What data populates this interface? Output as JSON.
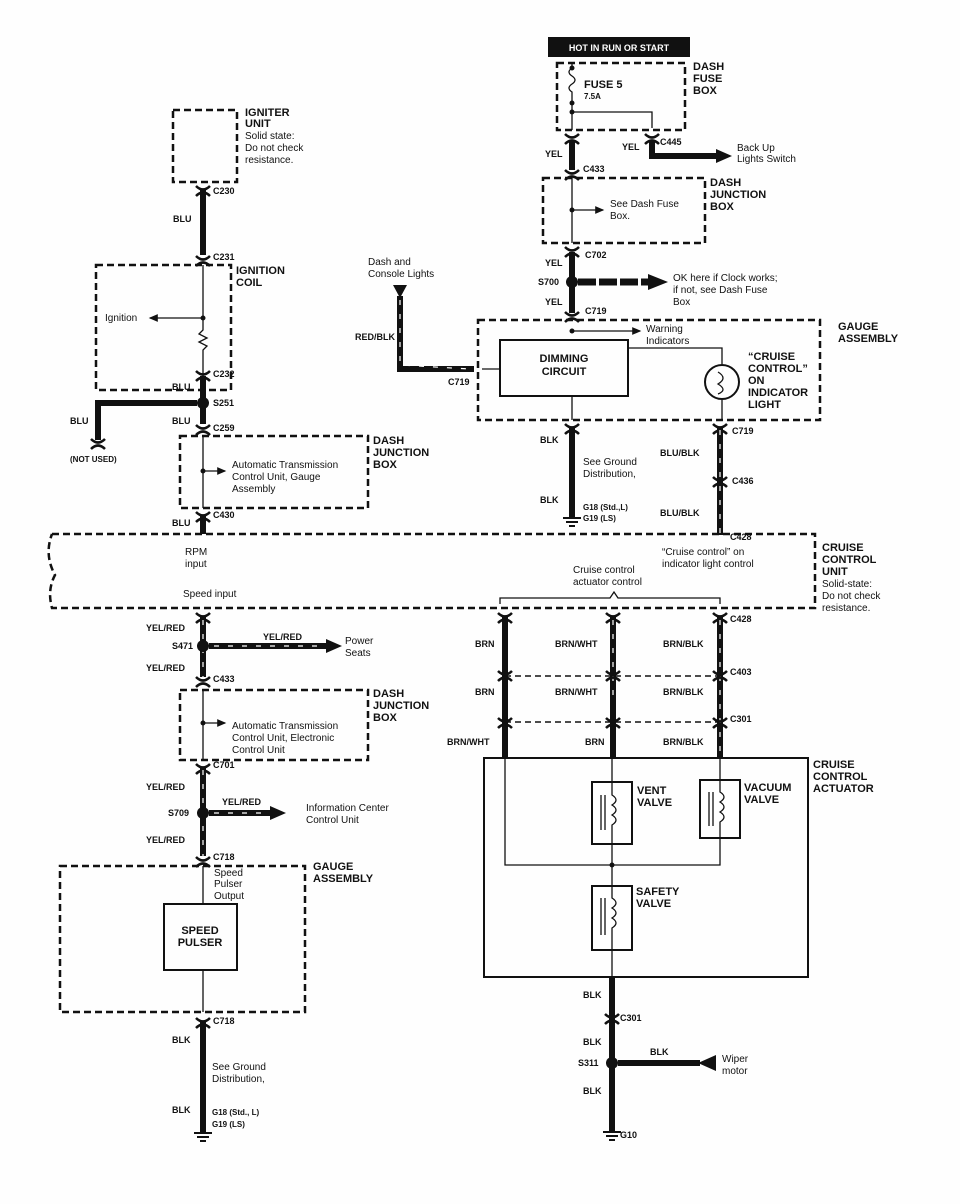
{
  "banner": "HOT IN RUN OR START",
  "dash_fuse_box": {
    "title": [
      "DASH",
      "FUSE",
      "BOX"
    ],
    "fuse": "FUSE 5",
    "rating": "7.5A"
  },
  "back_up": {
    "wire": "YEL",
    "connector": "C445",
    "dest": [
      "Back Up",
      "Lights Switch"
    ]
  },
  "right_top": {
    "yel1": "YEL",
    "c433": "C433",
    "junction": {
      "title": [
        "DASH",
        "JUNCTION",
        "BOX"
      ],
      "note": [
        "See Dash Fuse",
        "Box."
      ]
    },
    "c702": "C702",
    "yel2": "YEL",
    "s700": "S700",
    "clock_note": [
      "OK here if Clock works;",
      "if not, see Dash Fuse",
      "Box"
    ],
    "yel3": "YEL",
    "c719_top": "C719"
  },
  "gauge_top": {
    "title": [
      "GAUGE",
      "ASSEMBLY"
    ],
    "warning": [
      "Warning",
      "Indicators"
    ],
    "dimming": [
      "DIMMING",
      "CIRCUIT"
    ],
    "lamp": [
      "“CRUISE",
      "CONTROL”",
      "ON",
      "INDICATOR",
      "LIGHT"
    ],
    "c719_left": "C719",
    "c719_bottom": "C719"
  },
  "dash_lights": {
    "dest": [
      "Dash and",
      "Console Lights"
    ],
    "wire": "RED/BLK"
  },
  "ground_top": {
    "blk1": "BLK",
    "note": [
      "See Ground",
      "Distribution,"
    ],
    "blk2": "BLK",
    "g": [
      "G18 (Std.,L)",
      "G19 (LS)"
    ]
  },
  "indicator_feed": {
    "w1": "BLU/BLK",
    "c436": "C436",
    "w2": "BLU/BLK",
    "c428": "C428"
  },
  "igniter": {
    "title": [
      "IGNITER",
      "UNIT"
    ],
    "note": [
      "Solid state:",
      "Do not check",
      "resistance."
    ],
    "c230": "C230",
    "wire": "BLU",
    "c231": "C231"
  },
  "coil": {
    "title": [
      "IGNITION",
      "COIL"
    ],
    "ignition": "Ignition",
    "c232": "C232"
  },
  "left_mid": {
    "blu1": "BLU",
    "s251": "S251",
    "blu_branch": "BLU",
    "not_used": "(NOT USED)",
    "blu2": "BLU",
    "c259": "C259",
    "junction": {
      "title": [
        "DASH",
        "JUNCTION",
        "BOX"
      ],
      "note": [
        "Automatic Transmission",
        "Control Unit, Gauge",
        "Assembly"
      ]
    },
    "c430": "C430",
    "blu3": "BLU"
  },
  "ccu": {
    "title": [
      "CRUISE",
      "CONTROL",
      "UNIT"
    ],
    "note": [
      "Solid-state:",
      "Do not check",
      "resistance."
    ],
    "rpm": [
      "RPM",
      "input"
    ],
    "speed": "Speed input",
    "actuator_ctrl": [
      "Cruise control",
      "actuator control"
    ],
    "indicator_ctrl": [
      "“Cruise control” on",
      "indicator light control"
    ]
  },
  "speed_line": {
    "yr1": "YEL/RED",
    "s471": "S471",
    "yr_branch1": "YEL/RED",
    "power_seats": [
      "Power",
      "Seats"
    ],
    "yr2": "YEL/RED",
    "c433": "C433",
    "junction": {
      "title": [
        "DASH",
        "JUNCTION",
        "BOX"
      ],
      "note": [
        "Automatic Transmission",
        "Control Unit, Electronic",
        "Control Unit"
      ]
    },
    "c701": "C701",
    "yr3": "YEL/RED",
    "s709": "S709",
    "yr_branch2": "YEL/RED",
    "info": [
      "Information Center",
      "Control Unit"
    ],
    "yr4": "YEL/RED",
    "c718": "C718"
  },
  "gauge_bottom": {
    "title": [
      "GAUGE",
      "ASSEMBLY"
    ],
    "output": [
      "Speed",
      "Pulser",
      "Output"
    ],
    "pulser": [
      "SPEED",
      "PULSER"
    ],
    "c718": "C718"
  },
  "ground_left": {
    "blk1": "BLK",
    "note": [
      "See Ground",
      "Distribution,"
    ],
    "blk2": "BLK",
    "g": [
      "G18 (Std., L)",
      "G19 (LS)"
    ]
  },
  "actuator_wires": {
    "c428": "C428",
    "c403": "C403",
    "c301": "C301",
    "row1": [
      "BRN",
      "BRN/WHT",
      "BRN/BLK"
    ],
    "row2": [
      "BRN",
      "BRN/WHT",
      "BRN/BLK"
    ],
    "row3": [
      "BRN/WHT",
      "BRN",
      "BRN/BLK"
    ]
  },
  "actuator": {
    "title": [
      "CRUISE",
      "CONTROL",
      "ACTUATOR"
    ],
    "vent": [
      "VENT",
      "VALVE"
    ],
    "vacuum": [
      "VACUUM",
      "VALVE"
    ],
    "safety": [
      "SAFETY",
      "VALVE"
    ]
  },
  "ground_right": {
    "blk1": "BLK",
    "c301": "C301",
    "blk2": "BLK",
    "s311": "S311",
    "blk_branch": "BLK",
    "wiper": [
      "Wiper",
      "motor"
    ],
    "blk3": "BLK",
    "g10": "G10"
  }
}
